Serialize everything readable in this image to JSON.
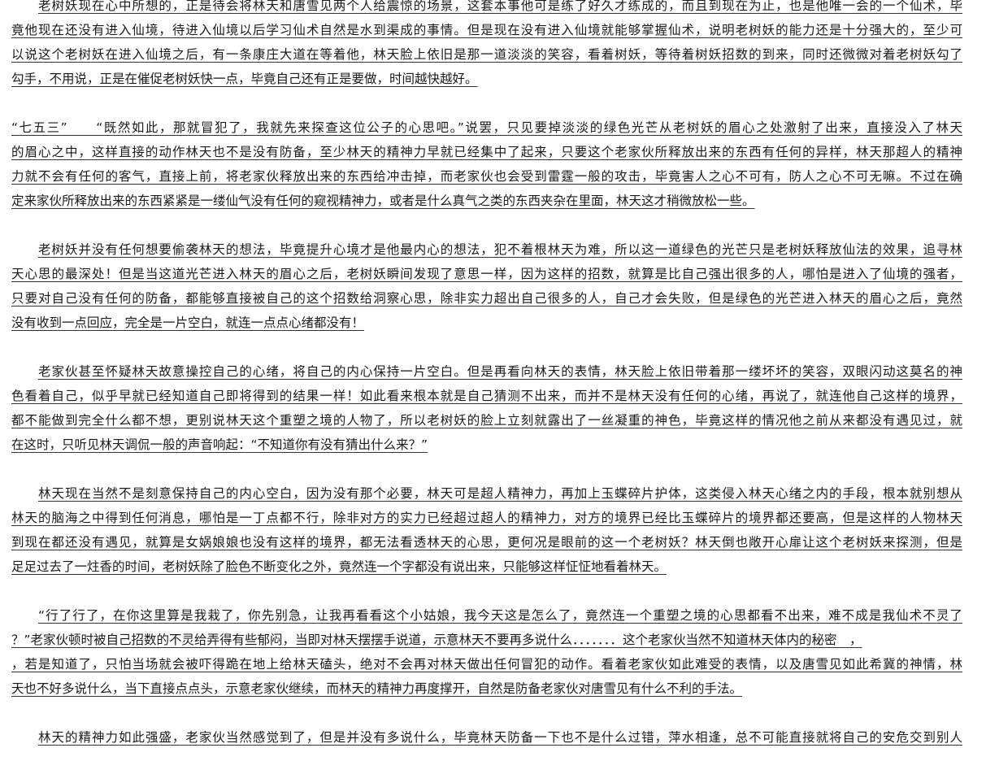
{
  "paragraphs": [
    {
      "indent": true,
      "lines": [
        "老树妖现在心中所想的，正是待会将林天和唐雪见两个人给震惊的场景，这套本事他可是练了好久才练成的，而且到现在为止，也是他唯一会的一个仙术，毕",
        "竟他现在还没有进入仙境，待进入仙境以后学习仙术自然是水到渠成的事情。但是现在没有进入仙境就能够掌握仙术，说明老树妖的能力还是十分强大的，至少可",
        "以说这个老树妖在进入仙境之后，有一条康庄大道在等着他，林天脸上依旧是那一道淡淡的笑容，看着树妖，等待着树妖招数的到来，同时还微微对着老树妖勾了",
        "勾手，不用说，正是在催促老树妖快一点，毕竟自己还有正是要做，时间越快越好。"
      ]
    },
    {
      "indent": false,
      "lines": [
        "“七五三”　　“既然如此，那就冒犯了，我就先来探查这位公子的心思吧。”说罢，只见要掉淡淡的绿色光芒从老树妖的眉心之处激射了出来，直接没入了林天",
        "的眉心之中，这样直接的动作林天也不是没有防备，至少林天的精神力早就已经集中了起来，只要这个老家伙所释放出来的东西有任何的异样，林天那超人的精神",
        "力就不会有任何的客气，直接上前，将老家伙释放出来的东西给冲击掉，而老家伙也会受到雷霆一般的攻击，毕竟害人之心不可有，防人之心不可无嘛。不过在确",
        "定来家伙所释放出来的东西紧紧是一缕仙气没有任何的窥视精神力，或者是什么真气之类的东西夹杂在里面，林天这才稍微放松一些。"
      ]
    },
    {
      "indent": true,
      "lines": [
        "老树妖并没有任何想要偷袭林天的想法，毕竟提升心境才是他最内心的想法，犯不着根林天为难，所以这一道绿色的光芒只是老树妖释放仙法的效果，追寻林",
        "天心思的最深处！但是当这道光芒进入林天的眉心之后，老树妖瞬间发现了意思一样，因为这样的招数，就算是比自己强出很多的人，哪怕是进入了仙境的强者，",
        "只要对自己没有任何的防备，都能够直接被自己的这个招数给洞察心思，除非实力超出自己很多的人，自己才会失败，但是绿色的光芒进入林天的眉心之后，竟然",
        "没有收到一点回应，完全是一片空白，就连一点点心绪都没有！"
      ]
    },
    {
      "indent": true,
      "lines": [
        "老家伙甚至怀疑林天故意操控自己的心绪，将自己的内心保持一片空白。但是再看向林天的表情，林天脸上依旧带着那一缕坏坏的笑容，双眼闪动这莫名的神",
        "色看着自己，似乎早就已经知道自己即将得到的结果一样！如此看来根本就是自己猜测不出来，而并不是林天没有任何的心绪，再说了，就连他自己这样的境界，",
        "都不能做到完全什么都不想，更别说林天这个重塑之境的人物了，所以老树妖的脸上立刻就露出了一丝凝重的神色，毕竟这样的情况他之前从来都没有遇见过，就",
        "在这时，只听见林天调侃一般的声音响起：“不知道你有没有猜出什么来？”"
      ]
    },
    {
      "indent": true,
      "lines": [
        "林天现在当然不是刻意保持自己的内心空白，因为没有那个必要，林天可是超人精神力，再加上玉蝶碎片护体，这类侵入林天心绪之内的手段，根本就别想从",
        "林天的脑海之中得到任何消息，哪怕是一丁点都不行，除非对方的实力已经超过超人的精神力，对方的境界已经比玉蝶碎片的境界都还要高，但是这样的人物林天",
        "到现在都还没有遇见，就算是女娲娘娘也没有这样的境界，都无法看透林天的心思，更何况是眼前的这一个老树妖？林天倒也敞开心扉让这个老树妖来探测，但是",
        "足足过去了一炷香的时间，老树妖除了脸色不断变化之外，竟然连一个字都没有说出来，只能够这样怔怔地看着林天。"
      ]
    },
    {
      "indent": true,
      "lines": [
        "“行了行了，在你这里算是我栽了，你先别急，让我再看看这个小姑娘，我今天这是怎么了，竟然连一个重塑之境的心思都看不出来，难不成是我仙术不灵了",
        "？”老家伙顿时被自己招数的不灵给弄得有些郁闷，当即对林天摆摆手说道，示意林天不要再多说什么．．．．．．．这个老家伙当然不知道林天体内的秘密　，",
        "，若是知道了，只怕当场就会被吓得跪在地上给林天磕头，绝对不会再对林天做出任何冒犯的动作。看着老家伙如此难受的表情，以及唐雪见如此希冀的神情，林",
        "天也不好多说什么，当下直接点点头，示意老家伙继续，而林天的精神力再度撑开，自然是防备老家伙对唐雪见有什么不利的手法。"
      ]
    },
    {
      "indent": true,
      "lines": [
        "林天的精神力如此强盛，老家伙当然感觉到了，但是并没有多说什么，毕竟林天防备一下也不是什么过错，萍水相逢，总不可能直接就将自己的安危交到别人"
      ]
    }
  ]
}
